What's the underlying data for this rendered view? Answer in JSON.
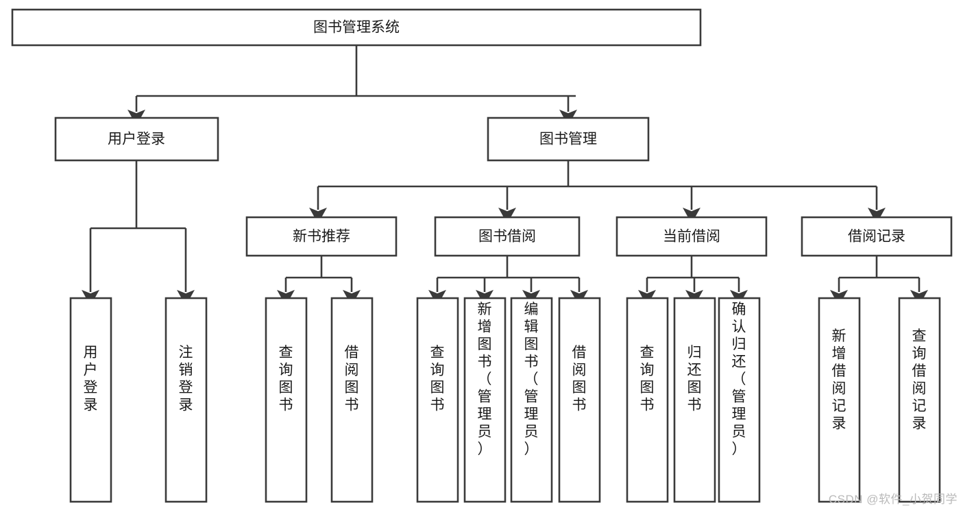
{
  "diagram": {
    "type": "tree",
    "title": "图书管理系统",
    "watermark": "CSDN @软件_小贺同学",
    "colors": {
      "box_stroke": "#3a3a3a",
      "box_fill": "#ffffff",
      "connector": "#3a3a3a",
      "text": "#1a1a1a",
      "background": "#ffffff",
      "watermark": "#b9b9b9"
    },
    "levels": {
      "root": "图书管理系统",
      "level2": [
        "用户登录",
        "图书管理"
      ],
      "level3": [
        "新书推荐",
        "图书借阅",
        "当前借阅",
        "借阅记录"
      ]
    },
    "nodes": {
      "root": {
        "label": "图书管理系统",
        "orientation": "horizontal"
      },
      "user_login": {
        "label": "用户登录",
        "orientation": "horizontal"
      },
      "book_manage": {
        "label": "图书管理",
        "orientation": "horizontal"
      },
      "new_book_rec": {
        "label": "新书推荐",
        "orientation": "horizontal"
      },
      "book_borrow": {
        "label": "图书借阅",
        "orientation": "horizontal"
      },
      "current_borrow": {
        "label": "当前借阅",
        "orientation": "horizontal"
      },
      "borrow_record": {
        "label": "借阅记录",
        "orientation": "horizontal"
      },
      "leaf_01": {
        "label": "用户登录",
        "orientation": "vertical",
        "parent": "用户登录"
      },
      "leaf_02": {
        "label": "注销登录",
        "orientation": "vertical",
        "parent": "用户登录"
      },
      "leaf_03": {
        "label": "查询图书",
        "orientation": "vertical",
        "parent": "新书推荐"
      },
      "leaf_04": {
        "label": "借阅图书",
        "orientation": "vertical",
        "parent": "新书推荐"
      },
      "leaf_05": {
        "label": "查询图书",
        "orientation": "vertical",
        "parent": "图书借阅"
      },
      "leaf_06": {
        "label": "新增图书（管理员）",
        "orientation": "vertical",
        "parent": "图书借阅"
      },
      "leaf_07": {
        "label": "编辑图书（管理员）",
        "orientation": "vertical",
        "parent": "图书借阅"
      },
      "leaf_08": {
        "label": "借阅图书",
        "orientation": "vertical",
        "parent": "图书借阅"
      },
      "leaf_09": {
        "label": "查询图书",
        "orientation": "vertical",
        "parent": "当前借阅"
      },
      "leaf_10": {
        "label": "归还图书",
        "orientation": "vertical",
        "parent": "当前借阅"
      },
      "leaf_11": {
        "label": "确认归还（管理员）",
        "orientation": "vertical",
        "parent": "当前借阅"
      },
      "leaf_12": {
        "label": "新增借阅记录",
        "orientation": "vertical",
        "parent": "借阅记录"
      },
      "leaf_13": {
        "label": "查询借阅记录",
        "orientation": "vertical",
        "parent": "借阅记录"
      }
    },
    "edges": [
      {
        "from": "图书管理系统",
        "to": "用户登录"
      },
      {
        "from": "图书管理系统",
        "to": "图书管理"
      },
      {
        "from": "图书管理",
        "to": "新书推荐"
      },
      {
        "from": "图书管理",
        "to": "图书借阅"
      },
      {
        "from": "图书管理",
        "to": "当前借阅"
      },
      {
        "from": "图书管理",
        "to": "借阅记录"
      },
      {
        "from": "用户登录",
        "to": "用户登录(叶)"
      },
      {
        "from": "用户登录",
        "to": "注销登录"
      },
      {
        "from": "新书推荐",
        "to": "查询图书"
      },
      {
        "from": "新书推荐",
        "to": "借阅图书"
      },
      {
        "from": "图书借阅",
        "to": "查询图书"
      },
      {
        "from": "图书借阅",
        "to": "新增图书（管理员）"
      },
      {
        "from": "图书借阅",
        "to": "编辑图书（管理员）"
      },
      {
        "from": "图书借阅",
        "to": "借阅图书"
      },
      {
        "from": "当前借阅",
        "to": "查询图书"
      },
      {
        "from": "当前借阅",
        "to": "归还图书"
      },
      {
        "from": "当前借阅",
        "to": "确认归还（管理员）"
      },
      {
        "from": "借阅记录",
        "to": "新增借阅记录"
      },
      {
        "from": "借阅记录",
        "to": "查询借阅记录"
      }
    ]
  }
}
